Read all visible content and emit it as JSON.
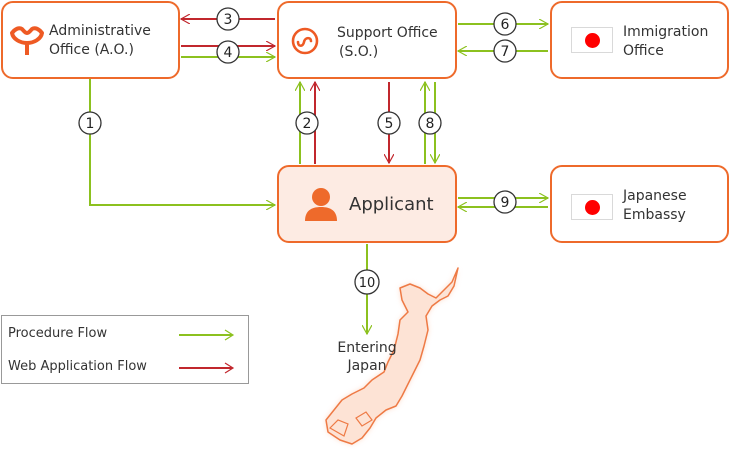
{
  "nodes": {
    "admin_office": {
      "line1": "Administrative",
      "line2": "Office (A.O.)",
      "icon": "ginkgo-leaf-icon"
    },
    "support_office": {
      "line1": "Support Office",
      "line2": "(S.O.)",
      "icon": "swirl-circle-icon"
    },
    "immigration_office": {
      "line1": "Immigration",
      "line2": "Office",
      "icon": "japan-flag-icon"
    },
    "applicant": {
      "label": "Applicant",
      "icon": "person-icon"
    },
    "japanese_embassy": {
      "line1": "Japanese",
      "line2": "Embassy",
      "icon": "japan-flag-icon"
    }
  },
  "steps": [
    "1",
    "2",
    "3",
    "4",
    "5",
    "6",
    "7",
    "8",
    "9",
    "10"
  ],
  "destination": {
    "line1": "Entering",
    "line2": "Japan",
    "icon": "japan-map-icon"
  },
  "legend": {
    "procedure_flow": "Procedure Flow",
    "web_application_flow": "Web Application Flow"
  },
  "colors": {
    "procedure": "#8cc11f",
    "web": "#c1272d",
    "accent": "#ee6a2b",
    "applicant_fill": "#fdebe3",
    "flag_sun": "#ff0000"
  }
}
